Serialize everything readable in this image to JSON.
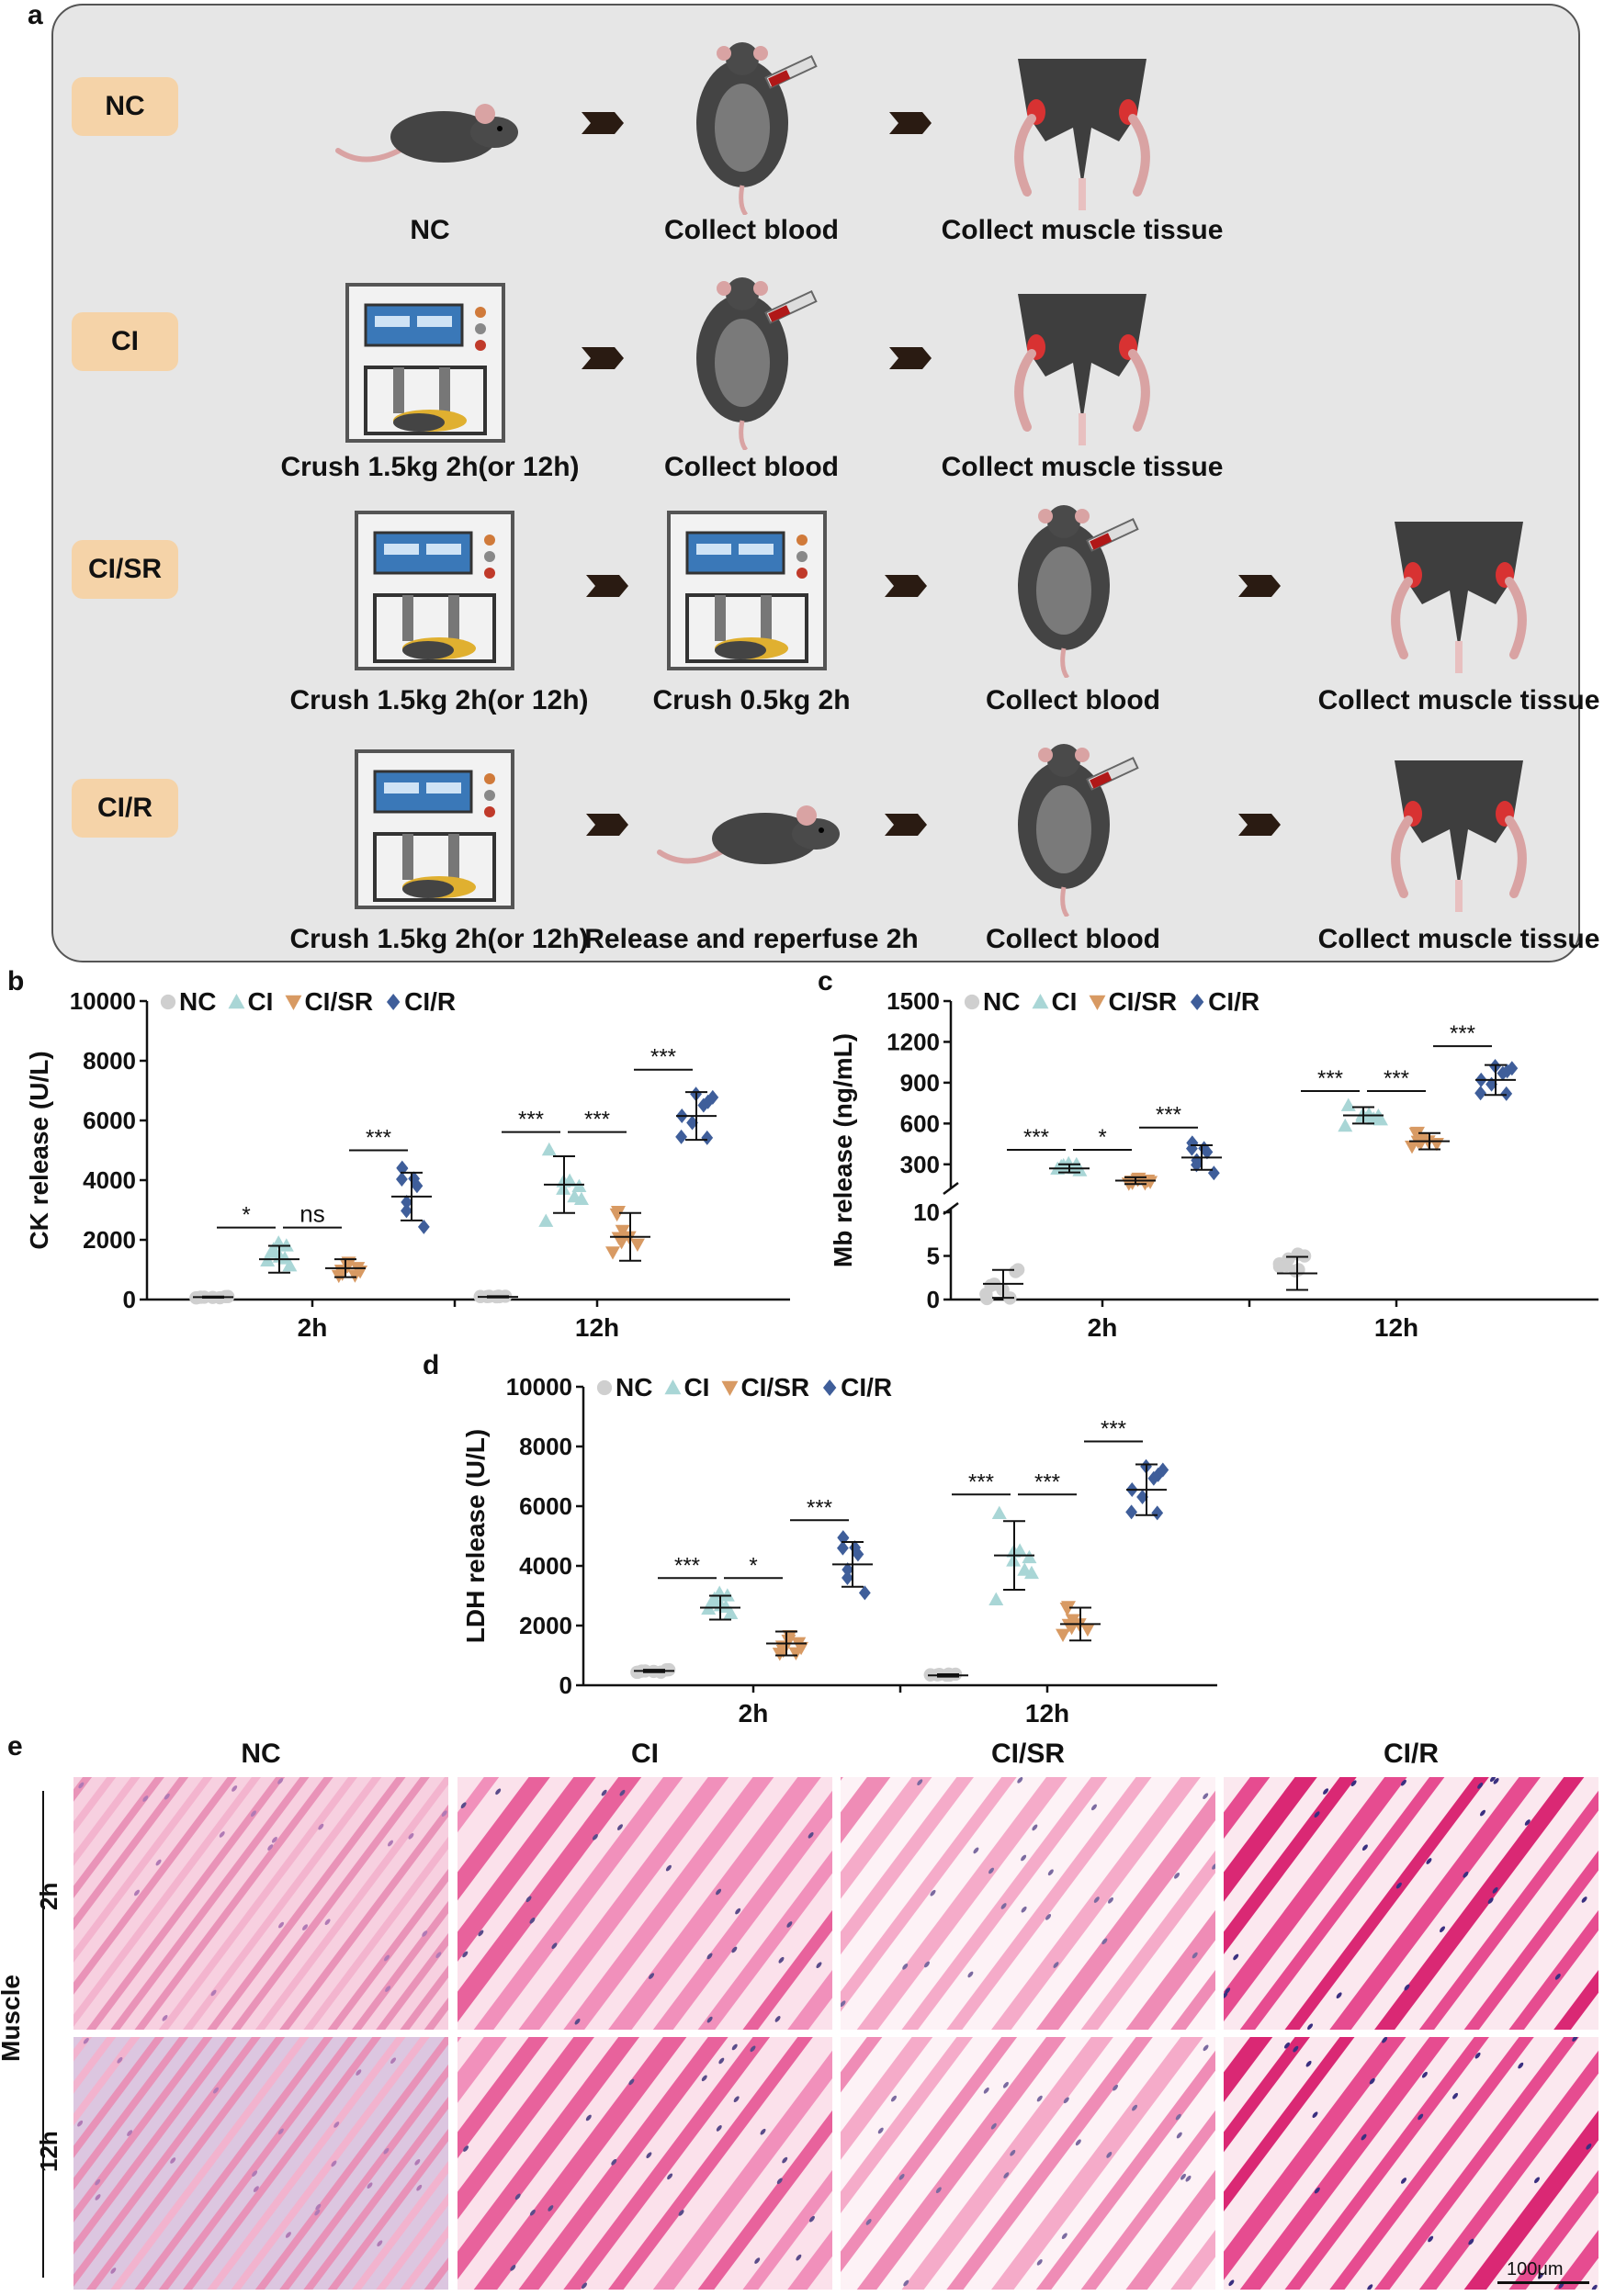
{
  "panels": {
    "a": "a",
    "b": "b",
    "c": "c",
    "d": "d",
    "e": "e"
  },
  "schematic": {
    "rows": [
      {
        "group": "NC",
        "steps": [
          "NC",
          "Collect blood",
          "Collect muscle tissue"
        ]
      },
      {
        "group": "CI",
        "steps": [
          "Crush 1.5kg 2h(or 12h)",
          "Collect blood",
          "Collect muscle tissue"
        ]
      },
      {
        "group": "CI/SR",
        "steps": [
          "Crush 1.5kg 2h(or 12h)",
          "Crush 0.5kg 2h",
          "Collect blood",
          "Collect muscle tissue"
        ]
      },
      {
        "group": "CI/R",
        "steps": [
          "Crush 1.5kg 2h(or 12h)",
          "Release and reperfuse 2h",
          "Collect blood",
          "Collect muscle tissue"
        ]
      }
    ],
    "icons": [
      "mouse-icon",
      "crush-device-icon",
      "blood-collection-icon",
      "muscle-tissue-icon",
      "arrow-icon"
    ]
  },
  "legend": [
    {
      "label": "NC",
      "marker": "circle",
      "color": "#cfcfcf"
    },
    {
      "label": "CI",
      "marker": "triangle-up",
      "color": "#a9d6d6"
    },
    {
      "label": "CI/SR",
      "marker": "triangle-down",
      "color": "#d89a63"
    },
    {
      "label": "CI/R",
      "marker": "diamond",
      "color": "#3f5e9a"
    }
  ],
  "chart_data": [
    {
      "panel": "b",
      "type": "scatter",
      "ylabel": "CK release (U/L)",
      "categories": [
        "2h",
        "12h"
      ],
      "ylim": [
        0,
        10000
      ],
      "yticks": [
        0,
        2000,
        4000,
        6000,
        8000,
        10000
      ],
      "series": [
        {
          "name": "NC",
          "mean": [
            80,
            90
          ],
          "sd": [
            20,
            20
          ]
        },
        {
          "name": "CI",
          "mean": [
            1350,
            3850
          ],
          "sd": [
            450,
            950
          ]
        },
        {
          "name": "CI/SR",
          "mean": [
            1050,
            2100
          ],
          "sd": [
            300,
            800
          ]
        },
        {
          "name": "CI/R",
          "mean": [
            3450,
            6150
          ],
          "sd": [
            800,
            800
          ]
        }
      ],
      "comparisons": [
        {
          "category": "2h",
          "from": "NC",
          "to": "CI",
          "label": "*"
        },
        {
          "category": "2h",
          "from": "CI",
          "to": "CI/SR",
          "label": "ns"
        },
        {
          "category": "2h",
          "from": "CI/SR",
          "to": "CI/R",
          "label": "***"
        },
        {
          "category": "12h",
          "from": "NC",
          "to": "CI",
          "label": "***"
        },
        {
          "category": "12h",
          "from": "CI",
          "to": "CI/SR",
          "label": "***"
        },
        {
          "category": "12h",
          "from": "CI/SR",
          "to": "CI/R",
          "label": "***"
        }
      ]
    },
    {
      "panel": "c",
      "type": "scatter",
      "ylabel": "Mb release (ng/mL)",
      "categories": [
        "2h",
        "12h"
      ],
      "axis_break": true,
      "ylim_lower": [
        0,
        10
      ],
      "ylim_upper": [
        150,
        1500
      ],
      "yticks_lower": [
        0,
        5,
        10
      ],
      "yticks_upper": [
        300,
        600,
        900,
        1200,
        1500
      ],
      "series": [
        {
          "name": "NC",
          "mean": [
            1.8,
            3.0
          ],
          "sd": [
            1.6,
            1.9
          ]
        },
        {
          "name": "CI",
          "mean": [
            270,
            660
          ],
          "sd": [
            30,
            60
          ]
        },
        {
          "name": "CI/SR",
          "mean": [
            180,
            470
          ],
          "sd": [
            25,
            60
          ]
        },
        {
          "name": "CI/R",
          "mean": [
            350,
            920
          ],
          "sd": [
            90,
            110
          ]
        }
      ],
      "comparisons": [
        {
          "category": "2h",
          "from": "NC",
          "to": "CI",
          "label": "***"
        },
        {
          "category": "2h",
          "from": "CI",
          "to": "CI/SR",
          "label": "*"
        },
        {
          "category": "2h",
          "from": "CI/SR",
          "to": "CI/R",
          "label": "***"
        },
        {
          "category": "12h",
          "from": "NC",
          "to": "CI",
          "label": "***"
        },
        {
          "category": "12h",
          "from": "CI",
          "to": "CI/SR",
          "label": "***"
        },
        {
          "category": "12h",
          "from": "CI/SR",
          "to": "CI/R",
          "label": "***"
        }
      ]
    },
    {
      "panel": "d",
      "type": "scatter",
      "ylabel": "LDH release (U/L)",
      "categories": [
        "2h",
        "12h"
      ],
      "ylim": [
        0,
        10000
      ],
      "yticks": [
        0,
        2000,
        4000,
        6000,
        8000,
        10000
      ],
      "series": [
        {
          "name": "NC",
          "mean": [
            480,
            330
          ],
          "sd": [
            40,
            40
          ]
        },
        {
          "name": "CI",
          "mean": [
            2600,
            4350
          ],
          "sd": [
            400,
            1150
          ]
        },
        {
          "name": "CI/SR",
          "mean": [
            1400,
            2050
          ],
          "sd": [
            400,
            550
          ]
        },
        {
          "name": "CI/R",
          "mean": [
            4050,
            6550
          ],
          "sd": [
            750,
            850
          ]
        }
      ],
      "comparisons": [
        {
          "category": "2h",
          "from": "NC",
          "to": "CI",
          "label": "***"
        },
        {
          "category": "2h",
          "from": "CI",
          "to": "CI/SR",
          "label": "*"
        },
        {
          "category": "2h",
          "from": "CI/SR",
          "to": "CI/R",
          "label": "***"
        },
        {
          "category": "12h",
          "from": "NC",
          "to": "CI",
          "label": "***"
        },
        {
          "category": "12h",
          "from": "CI",
          "to": "CI/SR",
          "label": "***"
        },
        {
          "category": "12h",
          "from": "CI/SR",
          "to": "CI/R",
          "label": "***"
        }
      ]
    }
  ],
  "histology": {
    "columns": [
      "NC",
      "CI",
      "CI/SR",
      "CI/R"
    ],
    "rows": [
      "2h",
      "12h"
    ],
    "tissue_label": "Muscle",
    "scale_bar": "100μm"
  }
}
